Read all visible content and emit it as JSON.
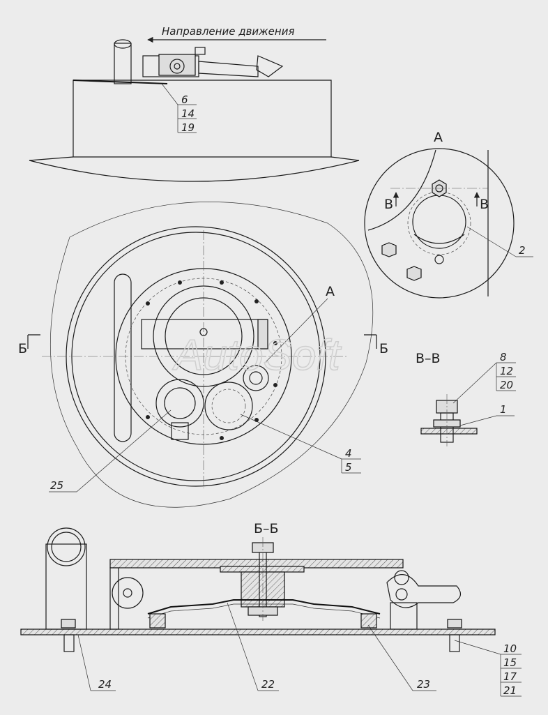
{
  "direction_label": "Направление движения",
  "watermark": "AutoSoft",
  "view_labels": {
    "view_a": "A",
    "section_bb": "Б–Б",
    "section_vv": "В–В"
  },
  "section_marks": {
    "b_left": "Б",
    "b_right": "Б",
    "v_left": "В",
    "v_right": "В",
    "a_on_plan": "A"
  },
  "callouts": {
    "top_view": [
      "6",
      "14",
      "19"
    ],
    "detail_a": [
      "2"
    ],
    "section_vv": [
      "8",
      "12",
      "20",
      "1"
    ],
    "plan_view": [
      "4",
      "5",
      "25"
    ],
    "section_bb": [
      "10",
      "15",
      "17",
      "21",
      "22",
      "23",
      "24"
    ]
  }
}
